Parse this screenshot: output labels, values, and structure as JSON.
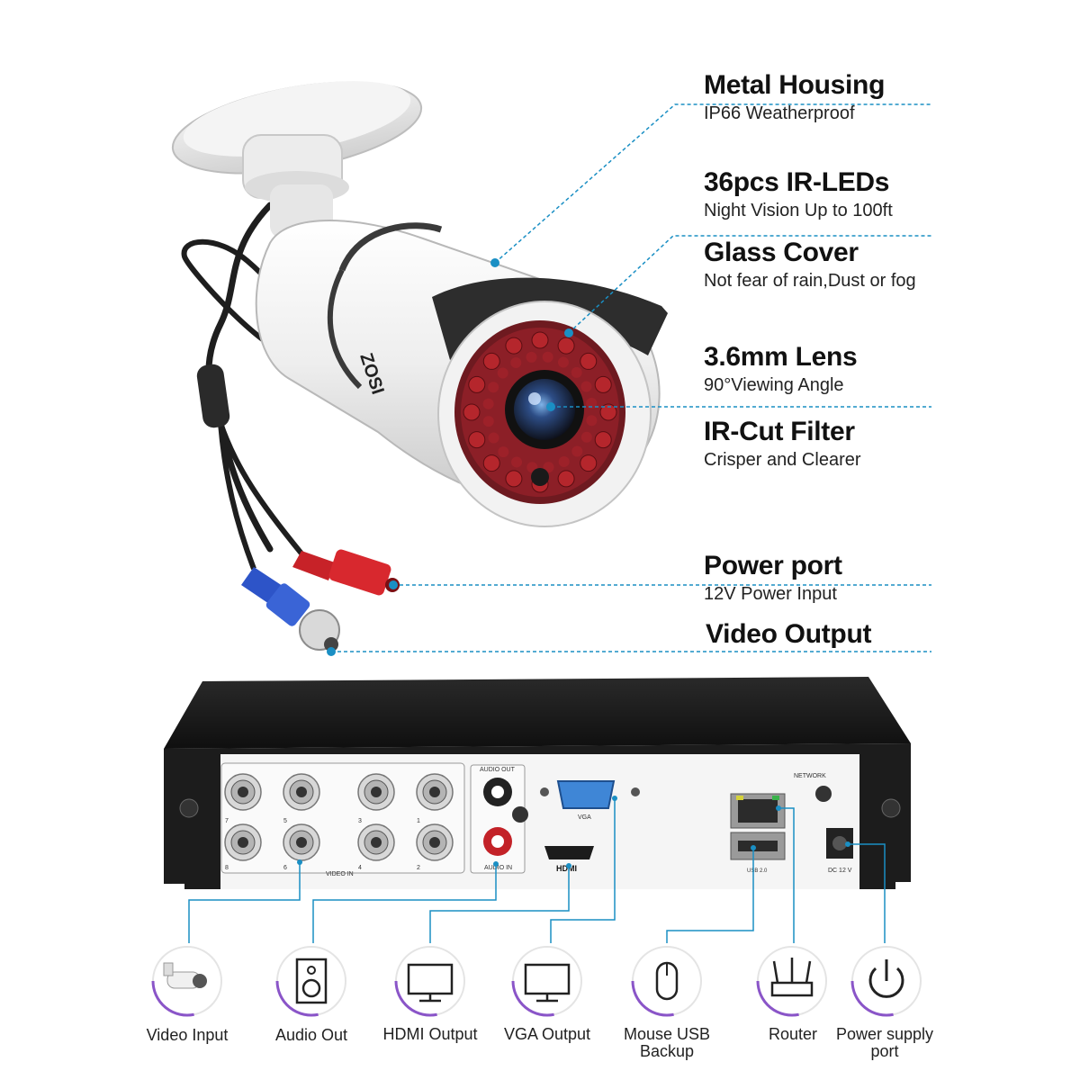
{
  "features": [
    {
      "title": "Metal Housing",
      "subtitle": "IP66 Weatherproof"
    },
    {
      "title": "36pcs IR-LEDs",
      "subtitle": "Night Vision Up to 100ft"
    },
    {
      "title": "Glass Cover",
      "subtitle": "Not fear of rain,Dust or fog"
    },
    {
      "title": "3.6mm Lens",
      "subtitle": "90°Viewing Angle"
    },
    {
      "title": "IR-Cut Filter",
      "subtitle": "Crisper and Clearer"
    },
    {
      "title": "Power port",
      "subtitle": "12V  Power Input"
    },
    {
      "title": "Video Output",
      "subtitle": ""
    }
  ],
  "camera": {
    "brand": "ZOSI"
  },
  "dvr": {
    "video_in_label": "VIDEO IN",
    "channel_numbers": [
      "7",
      "5",
      "3",
      "1",
      "8",
      "6",
      "4",
      "2"
    ],
    "audio_out_label": "AUDIO OUT",
    "audio_in_label": "AUDIO IN",
    "vga_label": "VGA",
    "hdmi_label": "HDMI",
    "network_label": "NETWORK",
    "usb_label": "USB 2.0",
    "dc_label": "DC 12 V"
  },
  "ports": [
    {
      "label": "Video Input",
      "icon": "camera-icon"
    },
    {
      "label": "Audio Out",
      "icon": "speaker-icon"
    },
    {
      "label": "HDMI Output",
      "icon": "monitor-icon"
    },
    {
      "label": "VGA Output",
      "icon": "monitor-icon"
    },
    {
      "label": "Mouse USB Backup",
      "icon": "mouse-icon"
    },
    {
      "label": "Router",
      "icon": "router-icon"
    },
    {
      "label": "Power supply port",
      "icon": "power-icon"
    }
  ],
  "colors": {
    "leader_line": "#1a8fc4",
    "icon_ring": "#8a55c8",
    "ir_led": "#b5262c",
    "connector_red": "#d8282e",
    "connector_blue": "#2d54c8",
    "vga_blue": "#3f86d6",
    "dvr_body": "#1c1c1c"
  }
}
